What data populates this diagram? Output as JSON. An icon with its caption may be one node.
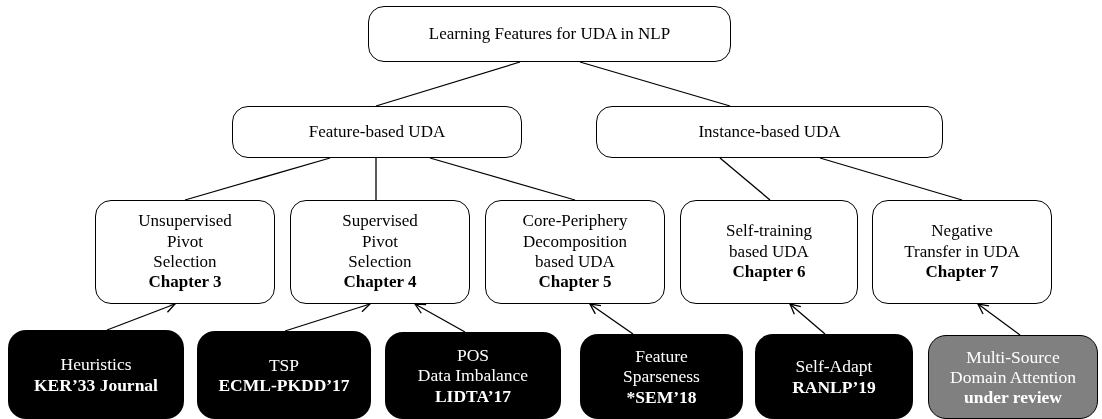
{
  "diagram": {
    "nodes": [
      {
        "text": [
          "Learning Features for UDA in NLP"
        ]
      },
      {
        "text": [
          "Feature-based UDA"
        ]
      },
      {
        "text": [
          "Instance-based UDA"
        ]
      },
      {
        "text": [
          "Unsupervised Pivot Selection",
          "Chapter 3"
        ]
      },
      {
        "text": [
          "Supervised Pivot Selection",
          "Chapter 4"
        ]
      },
      {
        "text": [
          "Core-Periphery Decomposition based UDA",
          "Chapter 5"
        ]
      },
      {
        "text": [
          "Self-training based UDA",
          "Chapter 6"
        ]
      },
      {
        "text": [
          "Negative Transfer in UDA",
          "Chapter 7"
        ]
      },
      {
        "text": [
          "Heuristics",
          "KER’33 Journal"
        ]
      },
      {
        "text": [
          "TSP",
          "ECML-PKDD’17"
        ]
      },
      {
        "text": [
          "POS",
          "Data Imbalance",
          "LIDTA’17"
        ]
      },
      {
        "text": [
          "Feature Sparseness",
          "*SEM’18"
        ]
      },
      {
        "text": [
          "Self-Adapt",
          "RANLP’19"
        ]
      },
      {
        "text": [
          "Multi-Source Domain Attention",
          "under review"
        ]
      }
    ],
    "edges": [
      {
        "from": 0,
        "to": 1,
        "arrow": "none"
      },
      {
        "from": 0,
        "to": 2,
        "arrow": "none"
      },
      {
        "from": 1,
        "to": 3,
        "arrow": "none"
      },
      {
        "from": 1,
        "to": 4,
        "arrow": "none"
      },
      {
        "from": 1,
        "to": 5,
        "arrow": "none"
      },
      {
        "from": 2,
        "to": 6,
        "arrow": "none"
      },
      {
        "from": 2,
        "to": 7,
        "arrow": "none"
      },
      {
        "from": 8,
        "to": 3,
        "arrow": "to"
      },
      {
        "from": 9,
        "to": 4,
        "arrow": "to"
      },
      {
        "from": 10,
        "to": 4,
        "arrow": "to"
      },
      {
        "from": 11,
        "to": 5,
        "arrow": "to"
      },
      {
        "from": 12,
        "to": 6,
        "arrow": "to"
      },
      {
        "from": 13,
        "to": 7,
        "arrow": "to"
      }
    ]
  }
}
